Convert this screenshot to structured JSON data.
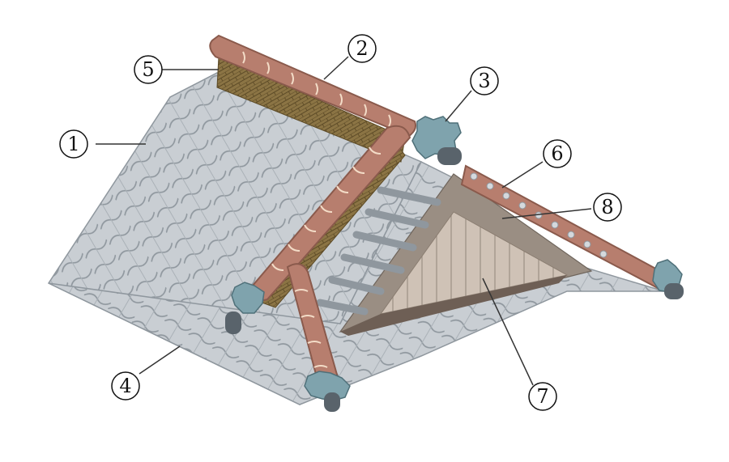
{
  "colors": {
    "tile": "#c9ced3",
    "tile_edge": "#8f979e",
    "tile_shadow": "#aab1b7",
    "ridge_cap": "#b77e6e",
    "ridge_cap_dark": "#8a5a4c",
    "ridge_band": "#f3dcc7",
    "brick": "#8b7444",
    "brick_line": "#5d4b27",
    "gable_face": "#9a8e83",
    "gable_inner": "#b9aea3",
    "louver": "#cfc2b6",
    "onigawara": "#7fa3ad",
    "pipe": "#59636b",
    "leader": "#333333"
  },
  "labels": [
    {
      "id": "1",
      "text": "①"
    },
    {
      "id": "2",
      "text": "②"
    },
    {
      "id": "3",
      "text": "③"
    },
    {
      "id": "4",
      "text": "④"
    },
    {
      "id": "5",
      "text": "⑤"
    },
    {
      "id": "6",
      "text": "⑥"
    },
    {
      "id": "7",
      "text": "⑦"
    },
    {
      "id": "8",
      "text": "⑧"
    }
  ]
}
